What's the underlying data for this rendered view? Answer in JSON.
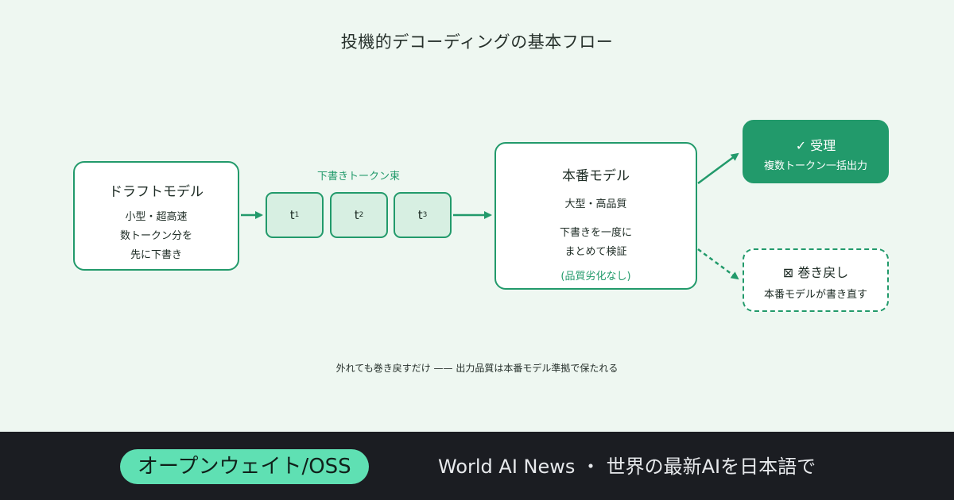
{
  "diagram": {
    "title": "投機的デコーディングの基本フロー",
    "draft_model": {
      "title": "ドラフトモデル",
      "lines": [
        "小型・超高速",
        "数トークン分を",
        "先に下書き"
      ]
    },
    "token_bundle": {
      "label": "下書きトークン束",
      "tokens": [
        {
          "base": "t",
          "sub": "1"
        },
        {
          "base": "t",
          "sub": "2"
        },
        {
          "base": "t",
          "sub": "3"
        }
      ]
    },
    "main_model": {
      "title": "本番モデル",
      "sub": "大型・高品質",
      "lines": [
        "下書きを一度に",
        "まとめて検証"
      ],
      "note": "(品質劣化なし)"
    },
    "accept": {
      "title": "✓ 受理",
      "line": "複数トークン一括出力"
    },
    "rollback": {
      "title": "⊠ 巻き戻し",
      "line": "本番モデルが書き直す"
    },
    "footer_note": "外れても巻き戻すだけ —— 出力品質は本番モデル準拠で保たれる",
    "colors": {
      "accent": "#229a6b",
      "token_fill": "#d7efe2",
      "background": "#eef7f1"
    }
  },
  "bottom_bar": {
    "badge": "オープンウェイト/OSS",
    "site": "World AI News ・ 世界の最新AIを日本語で",
    "colors": {
      "bar": "#1b1d22",
      "badge": "#5fe0b3"
    }
  }
}
